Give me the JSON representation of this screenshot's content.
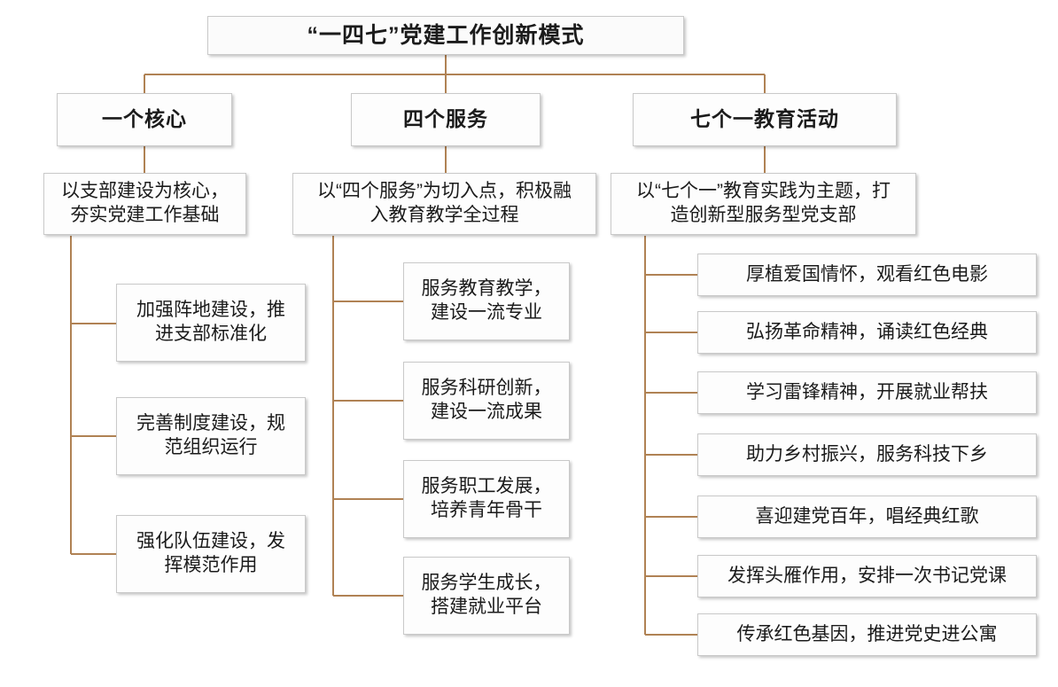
{
  "diagram": {
    "type": "organizational-tree",
    "title": "“一四七”党建工作创新模式",
    "connector_color": "#b08254",
    "box_border_color": "#c9c9c9",
    "box_fill_color": "#fdfdfd",
    "text_color": "#1b1b1b",
    "branches": [
      {
        "id": "core",
        "heading": "一个核心",
        "description": "以支部建设为核心，\n夯实党建工作基础",
        "items": [
          "加强阵地建设，推\n进支部标准化",
          "完善制度建设，规\n范组织运行",
          "强化队伍建设，发\n挥模范作用"
        ]
      },
      {
        "id": "services",
        "heading": "四个服务",
        "description": "以“四个服务”为切入点，积极融\n入教育教学全过程",
        "items": [
          "服务教育教学，\n建设一流专业",
          "服务科研创新，\n建设一流成果",
          "服务职工发展，\n培养青年骨干",
          "服务学生成长，\n搭建就业平台"
        ]
      },
      {
        "id": "activities",
        "heading": "七个一教育活动",
        "description": "以“七个一”教育实践为主题，打\n造创新型服务型党支部",
        "items": [
          "厚植爱国情怀，观看红色电影",
          "弘扬革命精神，诵读红色经典",
          "学习雷锋精神，开展就业帮扶",
          "助力乡村振兴，服务科技下乡",
          "喜迎建党百年，唱经典红歌",
          "发挥头雁作用，安排一次书记党课",
          "传承红色基因，推进党史进公寓"
        ]
      }
    ]
  }
}
